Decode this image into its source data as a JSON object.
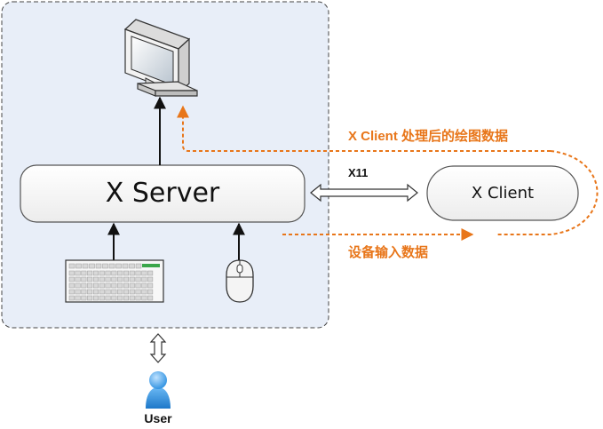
{
  "diagram": {
    "server_label": "X Server",
    "client_label": "X Client",
    "protocol_label": "X11",
    "display_flow_label": "X Client 处理后的绘图数据",
    "input_flow_label": "设备输入数据",
    "user_label": "User"
  },
  "colors": {
    "region_fill": "#e8eef8",
    "flow_orange": "#e8761a",
    "box_fill": "#f4f4f4",
    "user_blue": "#2a8fe0"
  },
  "icons": [
    "monitor-icon",
    "keyboard-icon",
    "mouse-icon",
    "user-icon"
  ]
}
